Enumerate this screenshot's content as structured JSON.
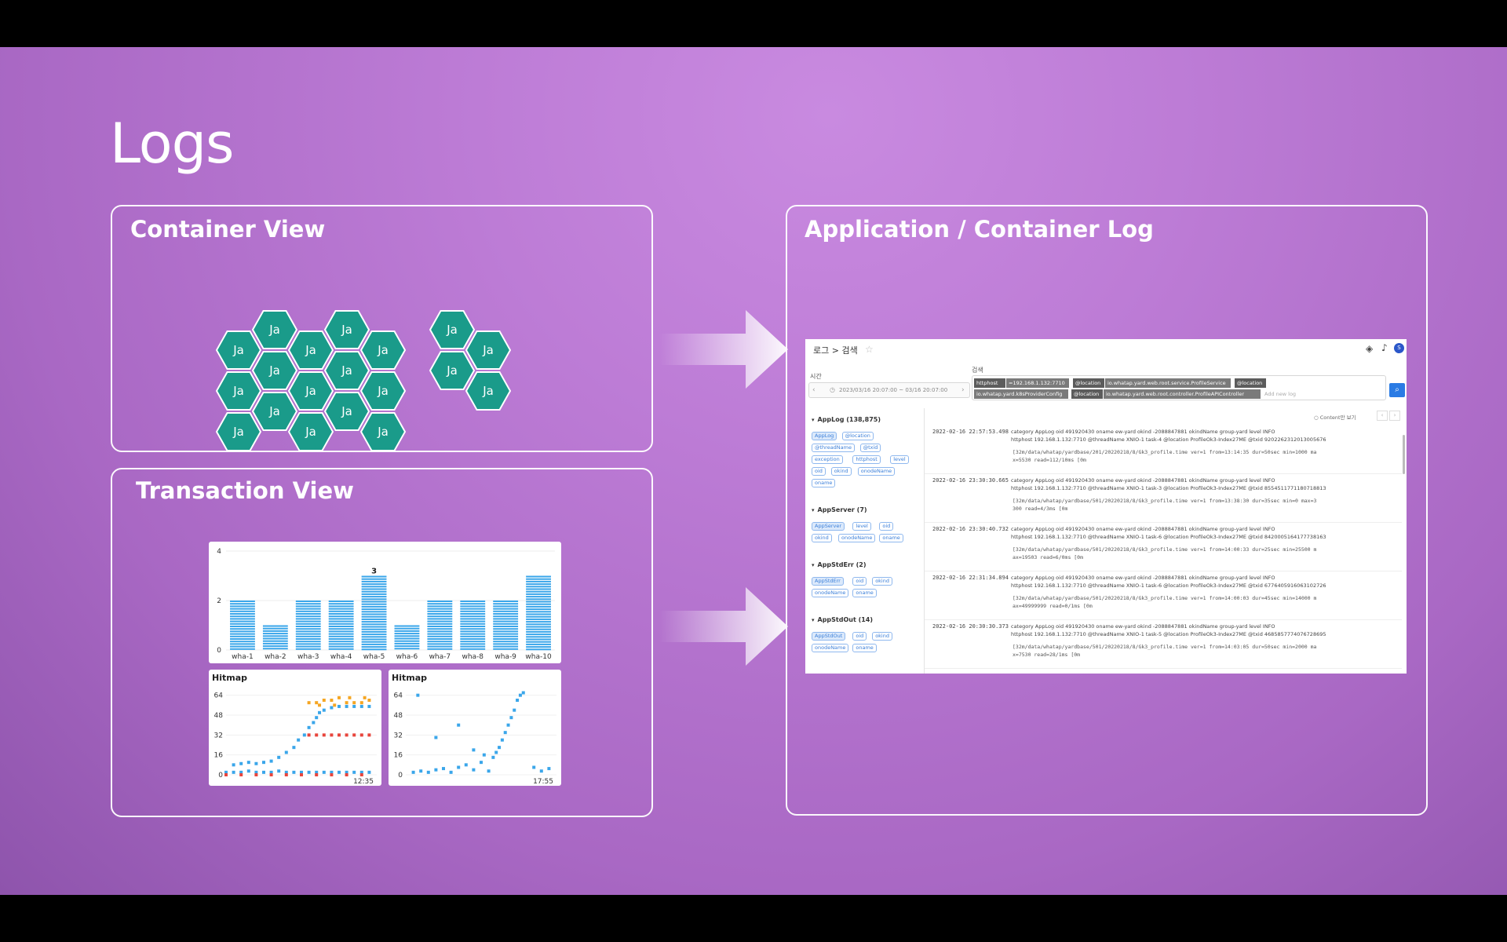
{
  "slide": {
    "title": "Logs",
    "panels": {
      "container_view": {
        "title": "Container View"
      },
      "transaction_view": {
        "title": "Transaction View"
      },
      "app_log": {
        "title": "Application / Container Log"
      }
    },
    "hex_label": "Ja"
  },
  "colors": {
    "hex_fill": "#1a9b8a",
    "hex_stroke": "#ffffff",
    "bar": "#3aa6ea",
    "hit_blue": "#3aa6ea",
    "hit_orange": "#f5a623",
    "hit_red": "#e8453c"
  },
  "chart_data": [
    {
      "type": "bar",
      "categories": [
        "wha-1",
        "wha-2",
        "wha-3",
        "wha-4",
        "wha-5",
        "wha-6",
        "wha-7",
        "wha-8",
        "wha-9",
        "wha-10"
      ],
      "values": [
        2,
        1,
        2,
        2,
        3,
        1,
        2,
        2,
        2,
        3
      ],
      "ylim": [
        0,
        4
      ],
      "yticks": [
        "0",
        "2",
        "4"
      ],
      "annotations": [
        {
          "category": "wha-5",
          "text": "3"
        }
      ]
    },
    {
      "type": "scatter",
      "title": "Hitmap",
      "yticks": [
        "0",
        "16",
        "32",
        "48",
        "64"
      ],
      "ylim": [
        0,
        72
      ],
      "x_end_label": "12:35",
      "series": [
        {
          "color": "blue",
          "points": [
            [
              0,
              2
            ],
            [
              5,
              2
            ],
            [
              10,
              2
            ],
            [
              15,
              3
            ],
            [
              20,
              2
            ],
            [
              25,
              2
            ],
            [
              30,
              2
            ],
            [
              35,
              3
            ],
            [
              40,
              2
            ],
            [
              45,
              2
            ],
            [
              50,
              2
            ],
            [
              55,
              2
            ],
            [
              60,
              2
            ],
            [
              65,
              2
            ],
            [
              70,
              2
            ],
            [
              75,
              2
            ],
            [
              80,
              2
            ],
            [
              85,
              2
            ],
            [
              90,
              2
            ],
            [
              95,
              2
            ],
            [
              5,
              8
            ],
            [
              10,
              9
            ],
            [
              15,
              10
            ],
            [
              20,
              9
            ],
            [
              25,
              10
            ],
            [
              30,
              11
            ],
            [
              35,
              14
            ],
            [
              40,
              18
            ],
            [
              45,
              22
            ],
            [
              48,
              28
            ],
            [
              52,
              32
            ],
            [
              55,
              38
            ],
            [
              58,
              42
            ],
            [
              60,
              46
            ],
            [
              62,
              50
            ],
            [
              65,
              52
            ],
            [
              70,
              54
            ],
            [
              75,
              55
            ],
            [
              80,
              55
            ],
            [
              85,
              55
            ],
            [
              90,
              55
            ],
            [
              95,
              55
            ]
          ]
        },
        {
          "color": "orange",
          "points": [
            [
              55,
              58
            ],
            [
              60,
              58
            ],
            [
              65,
              60
            ],
            [
              70,
              60
            ],
            [
              75,
              62
            ],
            [
              80,
              58
            ],
            [
              85,
              58
            ],
            [
              90,
              58
            ],
            [
              95,
              60
            ],
            [
              62,
              56
            ],
            [
              72,
              56
            ],
            [
              82,
              62
            ],
            [
              92,
              62
            ]
          ]
        },
        {
          "color": "red",
          "points": [
            [
              0,
              0
            ],
            [
              10,
              0
            ],
            [
              20,
              0
            ],
            [
              30,
              0
            ],
            [
              40,
              0
            ],
            [
              50,
              0
            ],
            [
              60,
              0
            ],
            [
              70,
              0
            ],
            [
              80,
              0
            ],
            [
              90,
              0
            ],
            [
              55,
              32
            ],
            [
              60,
              32
            ],
            [
              65,
              32
            ],
            [
              70,
              32
            ],
            [
              75,
              32
            ],
            [
              80,
              32
            ],
            [
              85,
              32
            ],
            [
              90,
              32
            ],
            [
              95,
              32
            ]
          ]
        }
      ]
    },
    {
      "type": "scatter",
      "title": "Hitmap",
      "yticks": [
        "0",
        "16",
        "32",
        "48",
        "64"
      ],
      "ylim": [
        0,
        72
      ],
      "x_end_label": "17:55",
      "series": [
        {
          "color": "blue",
          "points": [
            [
              5,
              2
            ],
            [
              10,
              3
            ],
            [
              15,
              2
            ],
            [
              20,
              4
            ],
            [
              25,
              5
            ],
            [
              30,
              2
            ],
            [
              35,
              6
            ],
            [
              40,
              8
            ],
            [
              45,
              4
            ],
            [
              50,
              10
            ],
            [
              55,
              3
            ],
            [
              58,
              14
            ],
            [
              60,
              18
            ],
            [
              62,
              22
            ],
            [
              64,
              28
            ],
            [
              66,
              34
            ],
            [
              68,
              40
            ],
            [
              70,
              46
            ],
            [
              72,
              52
            ],
            [
              74,
              60
            ],
            [
              76,
              64
            ],
            [
              78,
              66
            ],
            [
              20,
              30
            ],
            [
              35,
              40
            ],
            [
              45,
              20
            ],
            [
              52,
              16
            ],
            [
              85,
              6
            ],
            [
              90,
              3
            ],
            [
              95,
              5
            ],
            [
              8,
              64
            ]
          ]
        }
      ]
    }
  ],
  "log_ui": {
    "breadcrumb": "로그 > 검색",
    "time_label": "시간",
    "filter_label": "검색",
    "date_range": "2023/03/16 20:07:00 ~ 03/16 20:07:00",
    "filter_chips": [
      "httphost",
      "=192.168.1.132:7710",
      "@location",
      "io.whatap.yard.web.root.service.ProfileService",
      "@location",
      "io.whatap.yard.k8sProviderConfig",
      "@location",
      "io.whatap.yard.web.root.controller.ProfileAPIController"
    ],
    "search_placeholder": "Add new log",
    "content_toggle": "Content만 보기",
    "groups": [
      {
        "name": "AppLog (138,875)",
        "tags": [
          "AppLog",
          "@location",
          "@threadName",
          "@txid",
          "exception",
          "httphost",
          "level",
          "oid",
          "okind",
          "onodeName",
          "oname"
        ]
      },
      {
        "name": "AppServer (7)",
        "tags": [
          "AppServer",
          "level",
          "oid",
          "okind",
          "onodeName",
          "oname"
        ]
      },
      {
        "name": "AppStdErr (2)",
        "tags": [
          "AppStdErr",
          "oid",
          "okind",
          "onodeName",
          "oname"
        ]
      },
      {
        "name": "AppStdOut (14)",
        "tags": [
          "AppStdOut",
          "oid",
          "okind",
          "onodeName",
          "oname"
        ]
      }
    ],
    "rows": [
      {
        "ts": "2022-02-16 22:57:53.498",
        "line1": "category AppLog  oid 491920430  oname ew-yard  okind -2088847881  okindName group-yard  level INFO",
        "line2": "httphost 192.168.1.132:7710  @threadName XNIO-1 task-4  @location ProfileOk3-Index27ME  @txid 9202262312013005676",
        "msg1": "[32m/data/whatap/yardbase/201/20220218/8/Gk3_profile.time ver=1 from=13:14:35 dur=50sec min=1000 ma",
        "msg2": "x=5530 read=112/10ms [0m"
      },
      {
        "ts": "2022-02-16 23:30:30.665",
        "line1": "category AppLog  oid 491920430  oname ew-yard  okind -2088847881  okindName group-yard  level INFO",
        "line2": "httphost 192.168.1.132:7710  @threadName XNIO-1 task-3  @location ProfileOk3-Index27ME  @txid 8554511771180718813",
        "msg1": "[32m/data/whatap/yardbase/501/20220218/8/Gk3_profile.time ver=1 from=13:38:30 dur=35sec min=0 max=3",
        "msg2": "300 read=4/3ms [0m"
      },
      {
        "ts": "2022-02-16 23:30:40.732",
        "line1": "category AppLog  oid 491920430  oname ew-yard  okind -2088847881  okindName group-yard  level INFO",
        "line2": "httphost 192.168.1.132:7710  @threadName XNIO-1 task-6  @location ProfileOk3-Index27ME  @txid 8420005164177738163",
        "msg1": "[32m/data/whatap/yardbase/501/20220218/8/Gk3_profile.time ver=1 from=14:00:33 dur=25sec min=25500 m",
        "msg2": "ax=19503 read=6/0ms [0m"
      },
      {
        "ts": "2022-02-16 22:31:34.894",
        "line1": "category AppLog  oid 491920430  oname ew-yard  okind -2088847881  okindName group-yard  level INFO",
        "line2": "httphost 192.168.1.132:7710  @threadName XNIO-1 task-6  @location ProfileOk3-Index27ME  @txid 6776405916063102726",
        "msg1": "[32m/data/whatap/yardbase/501/20220218/8/Gk3_profile.time ver=1 from=14:00:03 dur=45sec min=14000 m",
        "msg2": "ax=49999999 read=0/1ms [0m"
      },
      {
        "ts": "2022-02-16 20:30:30.373",
        "line1": "category AppLog  oid 491920430  oname ew-yard  okind -2088847881  okindName group-yard  level INFO",
        "line2": "httphost 192.168.1.132:7710  @threadName XNIO-1 task-5  @location ProfileOk3-Index27ME  @txid 4685857774076728695",
        "msg1": "[32m/data/whatap/yardbase/501/20220218/8/Gk3_profile.time ver=1 from=14:03:05 dur=50sec min=2000 ma",
        "msg2": "x=7530 read=28/1ms [0m"
      }
    ]
  }
}
